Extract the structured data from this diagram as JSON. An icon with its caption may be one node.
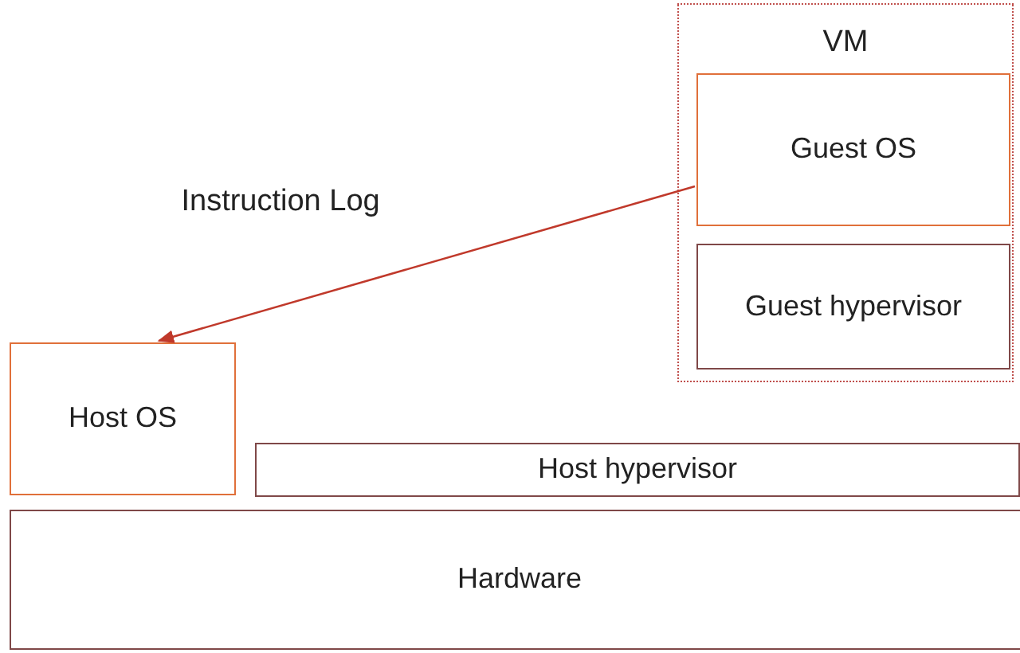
{
  "diagram": {
    "nodes": [
      {
        "text": [
          "VM"
        ]
      },
      {
        "text": [
          "Guest OS"
        ],
        "in": 0
      },
      {
        "text": [
          "Guest hypervisor"
        ],
        "in": 0
      },
      {
        "text": [
          "Host OS"
        ]
      },
      {
        "text": [
          "Host hypervisor"
        ]
      },
      {
        "text": [
          "Hardware"
        ]
      }
    ],
    "edges": [
      {
        "from": 1,
        "to": 3,
        "arrow": "to",
        "label": "Instruction Log"
      }
    ]
  }
}
